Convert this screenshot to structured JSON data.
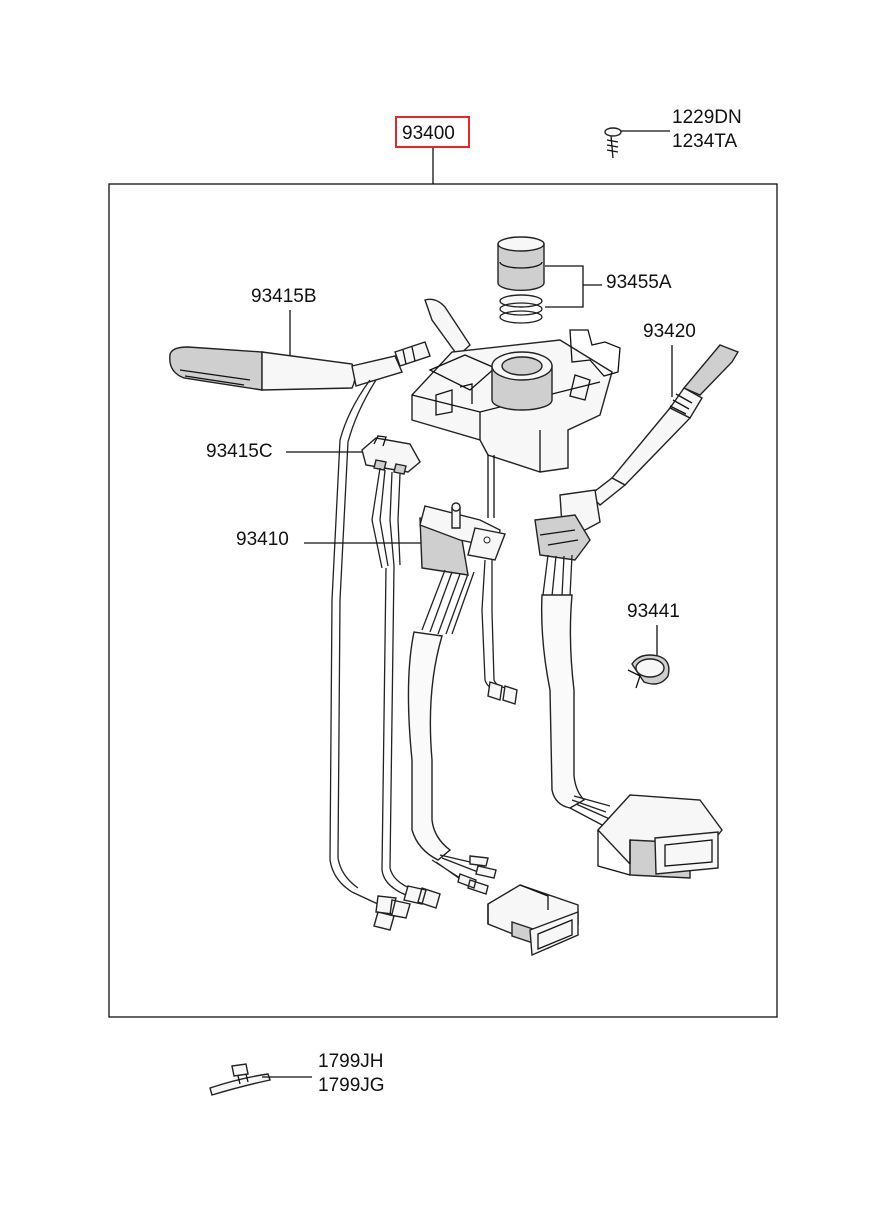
{
  "diagram": {
    "highlight_color": "#e0282c",
    "labels": {
      "assembly": "93400",
      "screw_a": "1229DN",
      "screw_b": "1234TA",
      "wiper_switch": "93415B",
      "connector_c": "93415C",
      "body_switch": "93410",
      "clock_spring": "93455A",
      "light_switch": "93420",
      "clip": "93441",
      "tie_a": "1799JH",
      "tie_b": "1799JG"
    }
  }
}
